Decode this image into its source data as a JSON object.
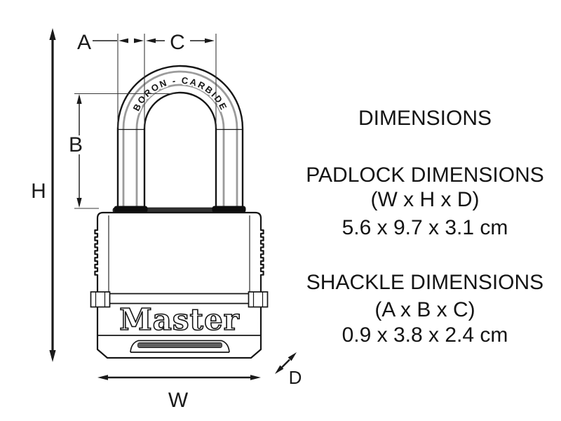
{
  "diagram": {
    "dimension_labels": {
      "height": "H",
      "shackle_diameter": "A",
      "shackle_clearance": "B",
      "shackle_width": "C",
      "body_width": "W",
      "body_depth": "D"
    },
    "shackle_engraving": "BORON - CARBIDE",
    "brand": "Master"
  },
  "info_panel": {
    "title": "DIMENSIONS",
    "padlock": {
      "heading": "PADLOCK DIMENSIONS",
      "formula": "(W x H x D)",
      "value": "5.6 x 9.7 x 3.1 cm"
    },
    "shackle": {
      "heading": "SHACKLE DIMENSIONS",
      "formula": "(A x B x C)",
      "value": "0.9 x 3.8 x 2.4 cm"
    }
  },
  "colors": {
    "line": "#1a1a1a",
    "accent_gray": "#9b9b9b",
    "background": "#ffffff"
  }
}
